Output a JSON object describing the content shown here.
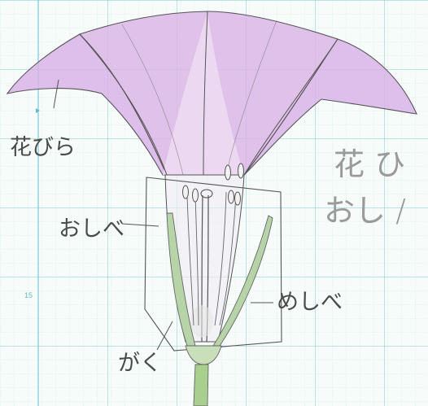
{
  "labels": {
    "petal": "花びら",
    "stamen": "おしべ",
    "pistil": "めしべ",
    "sepal": "がく"
  },
  "faint_text": {
    "line1": "花 ひ",
    "line2": "おし /"
  },
  "notebook": {
    "row_number": "15",
    "grid_color": "#7cc9d4",
    "margin_color": "#6ab7c7"
  },
  "colors": {
    "petal": "#d9b3e6",
    "pencil": "#555555",
    "sepal_green": "#b7d4a8",
    "stem_green": "#a9cf8f"
  }
}
